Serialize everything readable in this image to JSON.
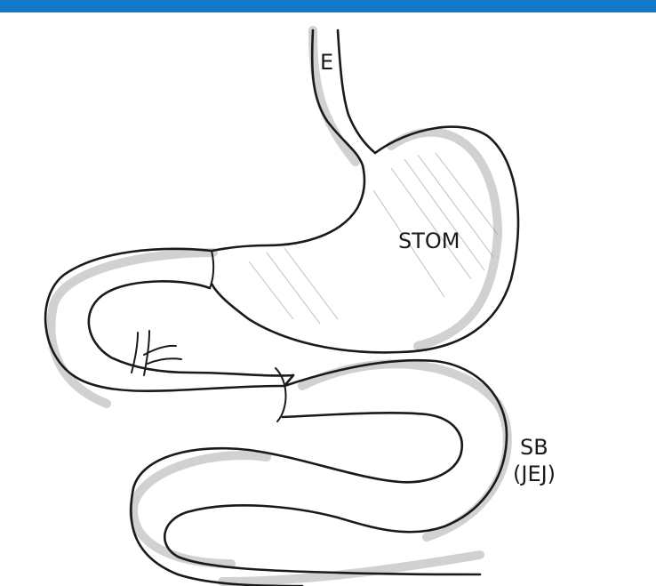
{
  "labels": {
    "esophagus": "E",
    "stomach": "STOM",
    "small_bowel": "SB",
    "small_bowel_sub": "(JEJ)"
  },
  "colors": {
    "top_bar": "#1478c8",
    "ink": "#1a1a1a",
    "shading": "#9a9a9a",
    "background": "#ffffff"
  }
}
